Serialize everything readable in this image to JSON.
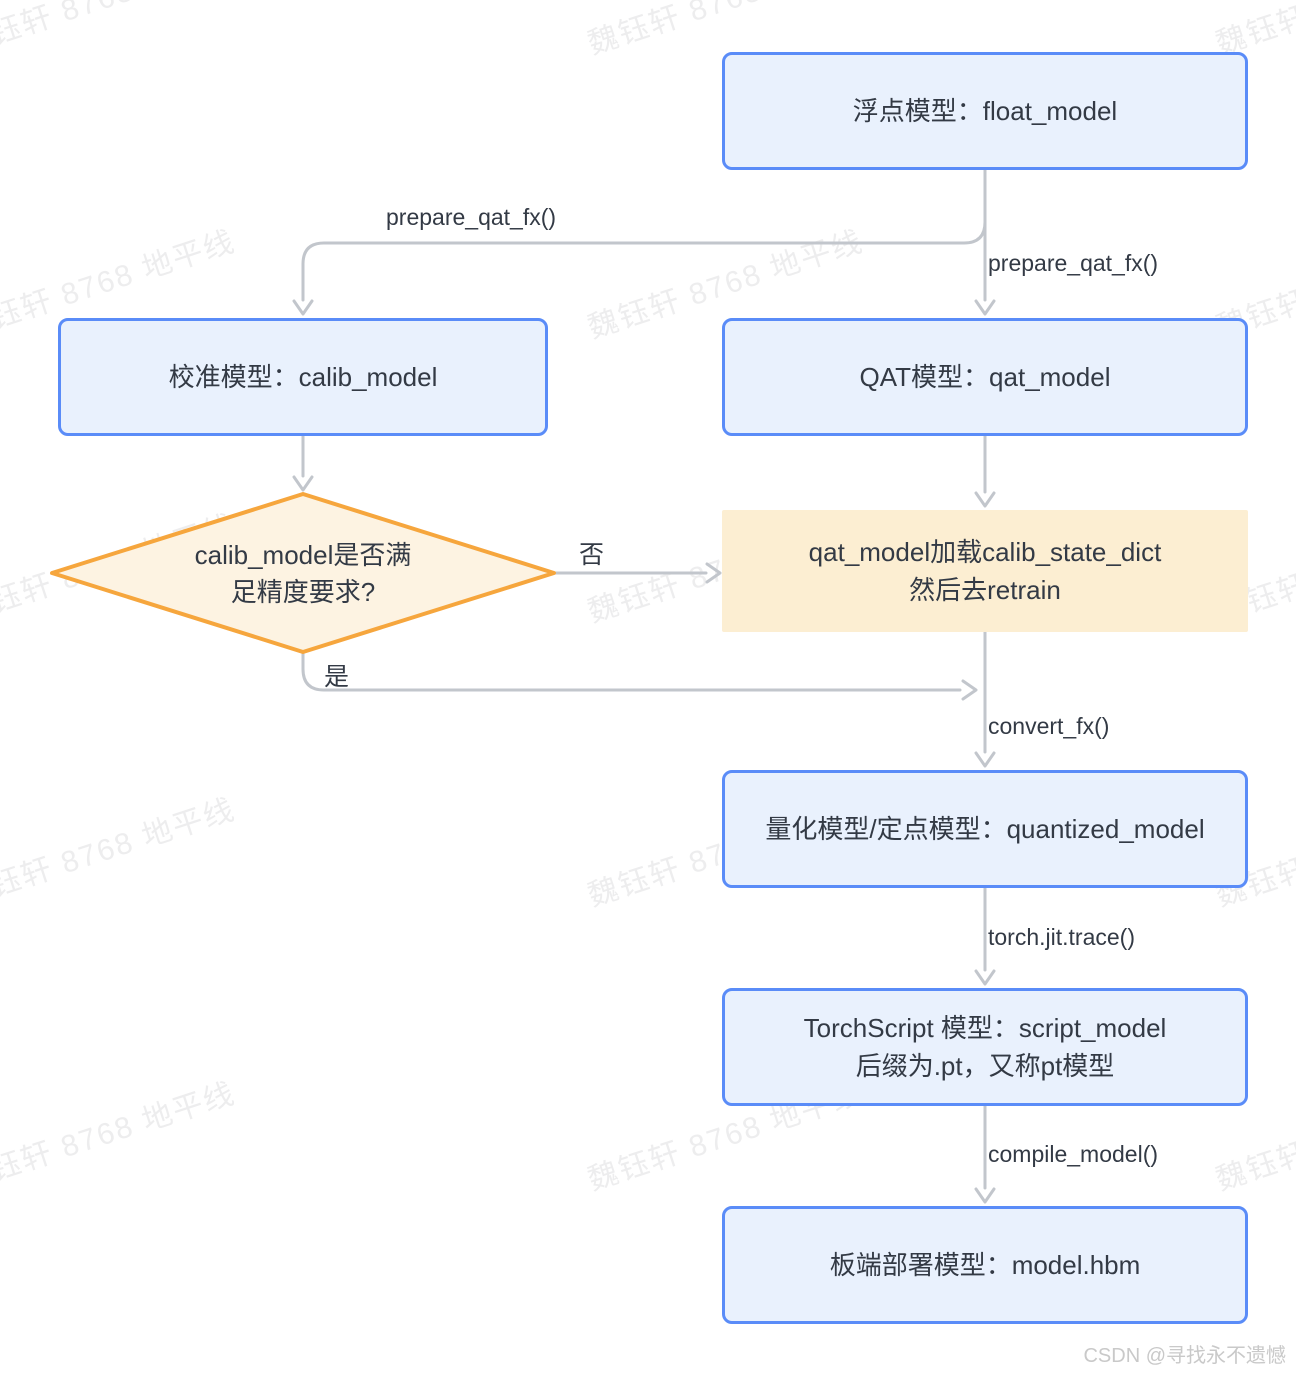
{
  "watermark": {
    "text": "魏钰轩 8768 地平线"
  },
  "credit": "CSDN @寻找永不遗憾",
  "colors": {
    "node_border": "#5a8cf8",
    "node_fill": "#e9f1fd",
    "decision_border": "#f6a63d",
    "decision_fill": "#fdf3e2",
    "retrain_fill": "#fceed2",
    "arrow": "#c2c6cc",
    "text": "#333a45"
  },
  "nodes": {
    "float_model": {
      "label": "浮点模型：float_model"
    },
    "calib_model": {
      "label": "校准模型：calib_model"
    },
    "qat_model": {
      "label": "QAT模型：qat_model"
    },
    "decision": {
      "line1": "calib_model是否满",
      "line2": "足精度要求?"
    },
    "retrain": {
      "line1": "qat_model加载calib_state_dict",
      "line2": "然后去retrain"
    },
    "quantized_model": {
      "label": "量化模型/定点模型：quantized_model"
    },
    "torchscript_model": {
      "line1": "TorchScript 模型：script_model",
      "line2": "后缀为.pt，又称pt模型"
    },
    "hbm_model": {
      "label": "板端部署模型：model.hbm"
    }
  },
  "edge_labels": {
    "prepare_left": "prepare_qat_fx()",
    "prepare_right": "prepare_qat_fx()",
    "no": "否",
    "yes": "是",
    "convert": "convert_fx()",
    "trace": "torch.jit.trace()",
    "compile": "compile_model()"
  }
}
